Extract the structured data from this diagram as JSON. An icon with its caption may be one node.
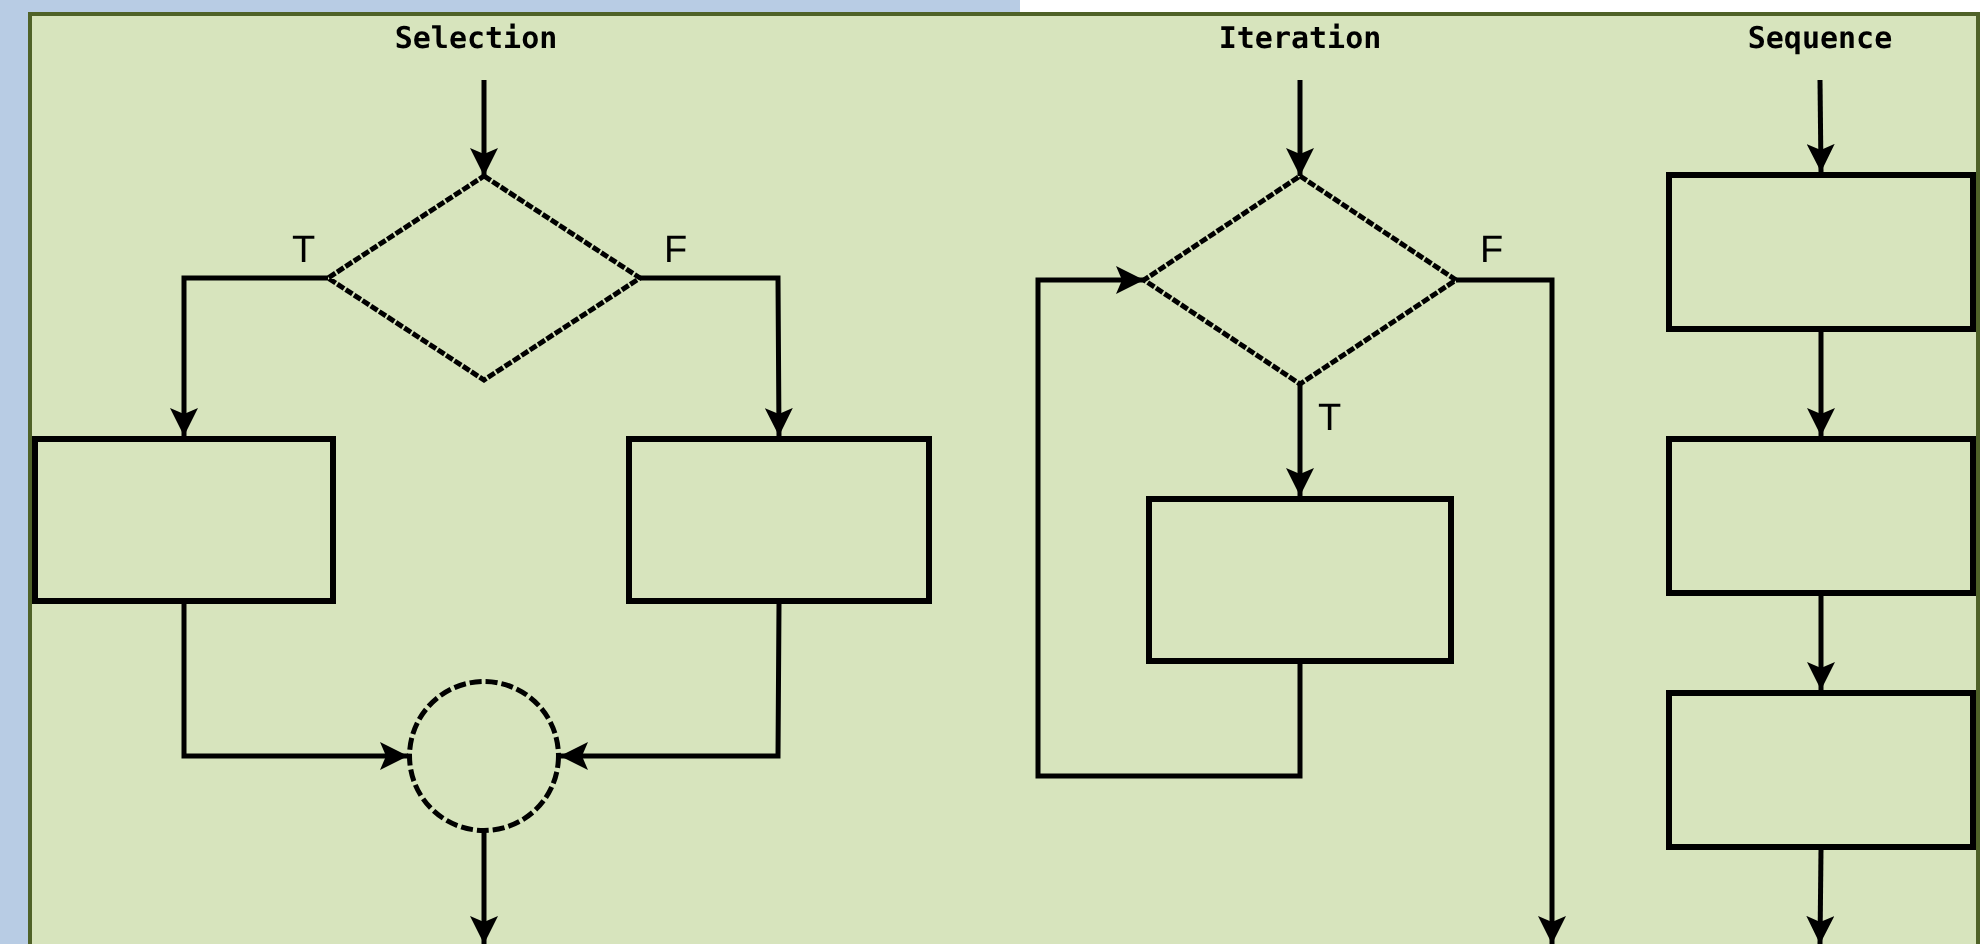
{
  "diagram": {
    "nodes": [
      {
        "text": [],
        "shape": "diamond"
      },
      {
        "text": [],
        "shape": "box"
      },
      {
        "text": [],
        "shape": "box"
      },
      {
        "text": [],
        "shape": "circle"
      },
      {
        "text": [],
        "shape": "diamond"
      },
      {
        "text": [],
        "shape": "box"
      },
      {
        "text": [],
        "shape": "box"
      },
      {
        "text": [],
        "shape": "box"
      },
      {
        "text": [],
        "shape": "box"
      }
    ],
    "edges": [
      {
        "from": null,
        "to": 0,
        "arrow": "to"
      },
      {
        "from": 0,
        "to": 1,
        "arrow": "to",
        "label": "T"
      },
      {
        "from": 0,
        "to": 2,
        "arrow": "to",
        "label": "F"
      },
      {
        "from": 1,
        "to": 3,
        "arrow": "to"
      },
      {
        "from": 2,
        "to": 3,
        "arrow": "to"
      },
      {
        "from": 3,
        "to": null,
        "arrow": "to"
      },
      {
        "from": null,
        "to": 4,
        "arrow": "to"
      },
      {
        "from": 4,
        "to": 5,
        "arrow": "to",
        "label": "T"
      },
      {
        "from": 5,
        "to": 4,
        "arrow": "to"
      },
      {
        "from": 4,
        "to": null,
        "arrow": "to",
        "label": "F"
      },
      {
        "from": null,
        "to": 6,
        "arrow": "to"
      },
      {
        "from": 6,
        "to": 7,
        "arrow": "to"
      },
      {
        "from": 7,
        "to": 8,
        "arrow": "to"
      },
      {
        "from": 8,
        "to": null,
        "arrow": "to"
      }
    ],
    "labels": [
      "Selection",
      "Iteration",
      "Sequence"
    ]
  }
}
